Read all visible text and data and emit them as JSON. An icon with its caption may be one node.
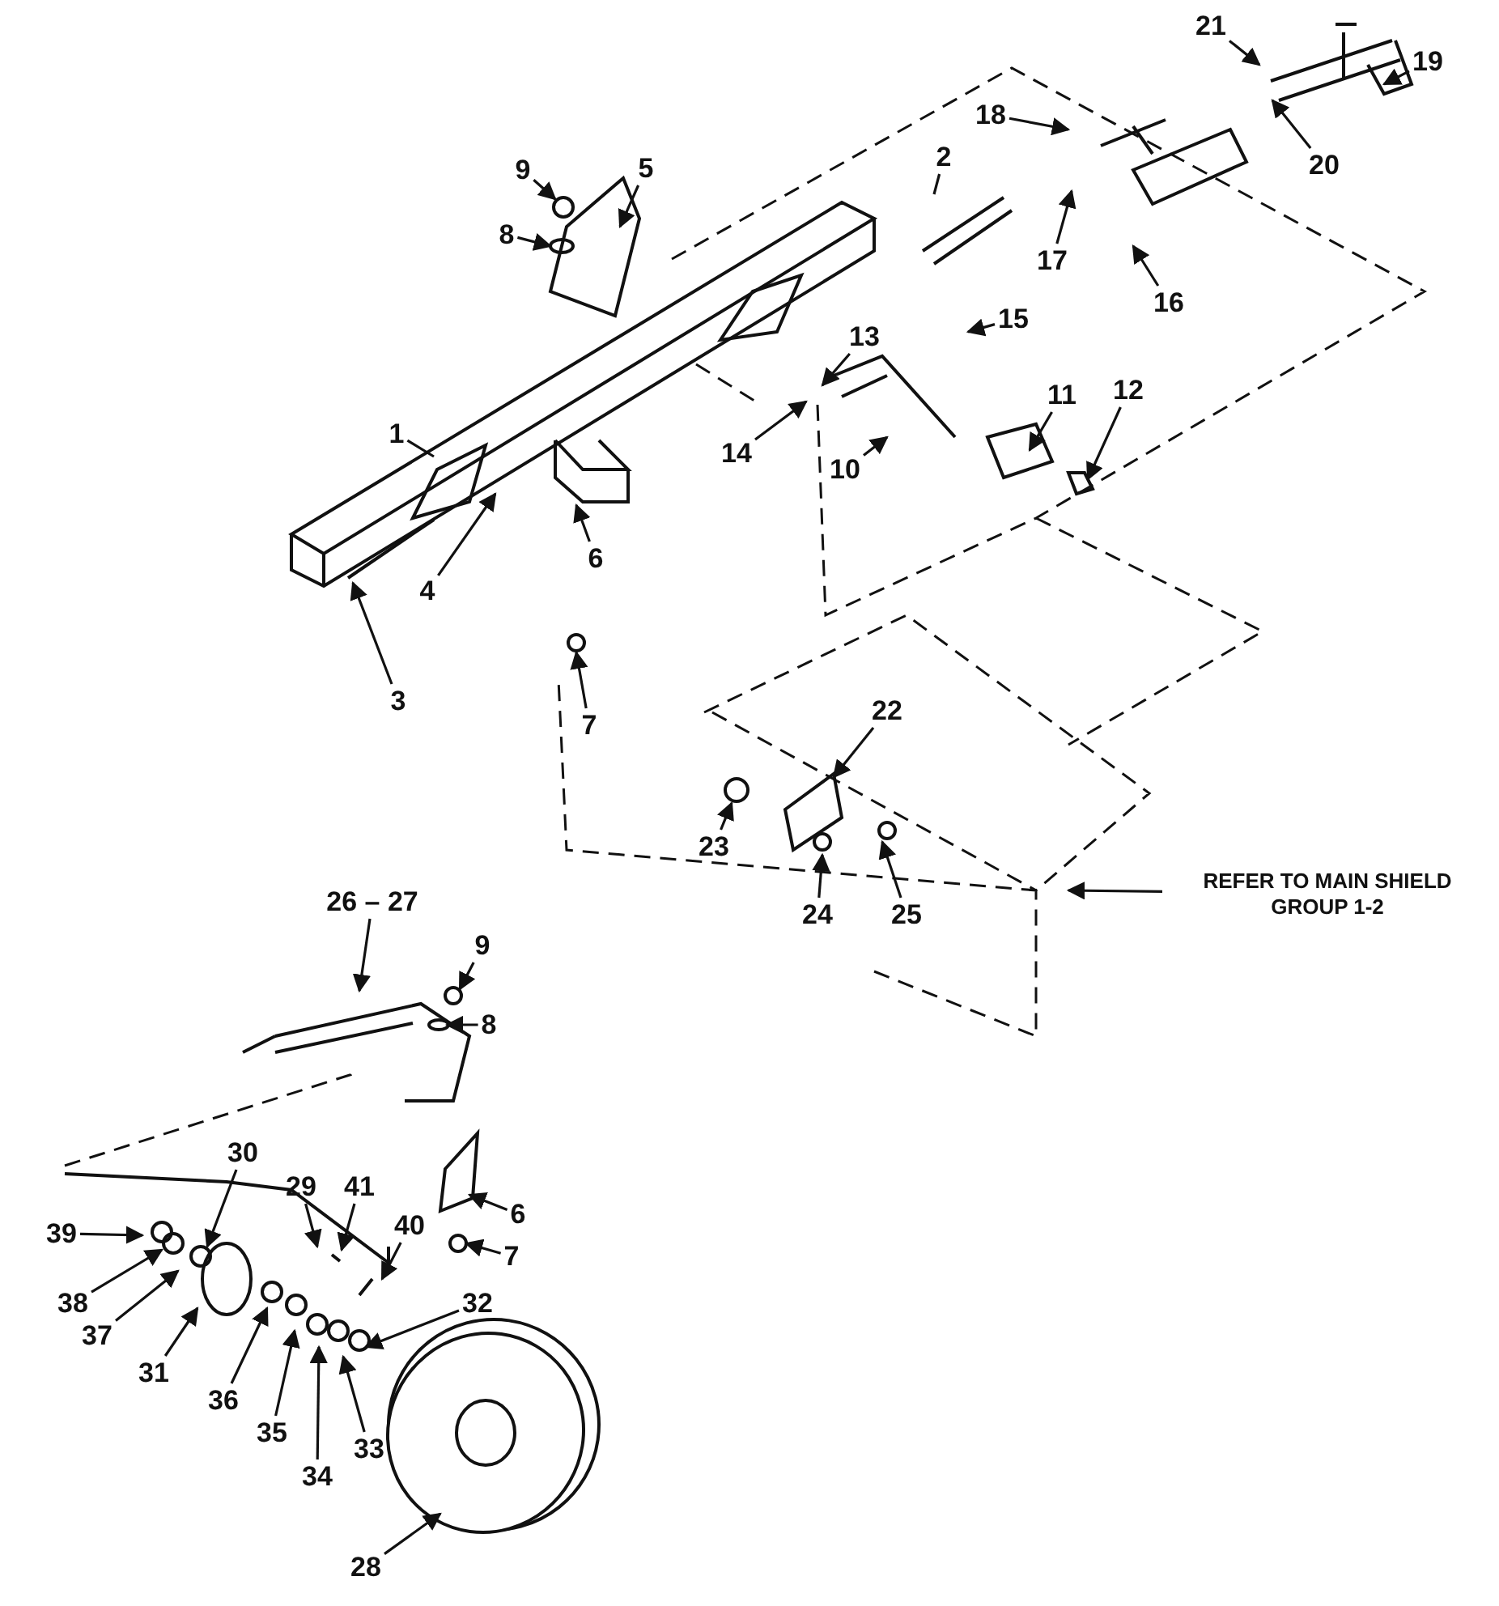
{
  "diagram": {
    "nodes": [
      {
        "text": [
          "21"
        ]
      },
      {
        "text": [
          "19"
        ]
      },
      {
        "text": [
          "18"
        ]
      },
      {
        "text": [
          "20"
        ]
      },
      {
        "text": [
          "2"
        ]
      },
      {
        "text": [
          "9"
        ]
      },
      {
        "text": [
          "5"
        ]
      },
      {
        "text": [
          "8"
        ]
      },
      {
        "text": [
          "17"
        ]
      },
      {
        "text": [
          "16"
        ]
      },
      {
        "text": [
          "13"
        ]
      },
      {
        "text": [
          "15"
        ]
      },
      {
        "text": [
          "11"
        ]
      },
      {
        "text": [
          "12"
        ]
      },
      {
        "text": [
          "1"
        ]
      },
      {
        "text": [
          "14"
        ]
      },
      {
        "text": [
          "10"
        ]
      },
      {
        "text": [
          "4"
        ]
      },
      {
        "text": [
          "6"
        ]
      },
      {
        "text": [
          "7"
        ]
      },
      {
        "text": [
          "3"
        ]
      },
      {
        "text": [
          "22"
        ]
      },
      {
        "text": [
          "23"
        ]
      },
      {
        "text": [
          "24"
        ]
      },
      {
        "text": [
          "25"
        ]
      },
      {
        "text": [
          "REFER TO MAIN SHIELD GROUP 1-2"
        ]
      },
      {
        "text": [
          "26 – 27"
        ]
      },
      {
        "text": [
          "9"
        ]
      },
      {
        "text": [
          "8"
        ]
      },
      {
        "text": [
          "29"
        ]
      },
      {
        "text": [
          "41"
        ]
      },
      {
        "text": [
          "30"
        ]
      },
      {
        "text": [
          "39"
        ]
      },
      {
        "text": [
          "6"
        ]
      },
      {
        "text": [
          "40"
        ]
      },
      {
        "text": [
          "7"
        ]
      },
      {
        "text": [
          "38"
        ]
      },
      {
        "text": [
          "32"
        ]
      },
      {
        "text": [
          "37"
        ]
      },
      {
        "text": [
          "31"
        ]
      },
      {
        "text": [
          "36"
        ]
      },
      {
        "text": [
          "35"
        ]
      },
      {
        "text": [
          "34"
        ]
      },
      {
        "text": [
          "33"
        ]
      },
      {
        "text": [
          "28"
        ]
      }
    ],
    "edges": [
      {
        "from": 0,
        "to": null,
        "arrow": "to"
      },
      {
        "from": 1,
        "to": null,
        "arrow": "to"
      },
      {
        "from": 2,
        "to": null,
        "arrow": "to"
      },
      {
        "from": 3,
        "to": null,
        "arrow": "to"
      },
      {
        "from": 4,
        "to": null,
        "arrow": "none"
      },
      {
        "from": 5,
        "to": null,
        "arrow": "to"
      },
      {
        "from": 6,
        "to": null,
        "arrow": "to"
      },
      {
        "from": 7,
        "to": null,
        "arrow": "to"
      },
      {
        "from": 8,
        "to": null,
        "arrow": "to"
      },
      {
        "from": 9,
        "to": null,
        "arrow": "to"
      },
      {
        "from": 10,
        "to": null,
        "arrow": "to"
      },
      {
        "from": 11,
        "to": null,
        "arrow": "to"
      },
      {
        "from": 12,
        "to": null,
        "arrow": "to"
      },
      {
        "from": 13,
        "to": null,
        "arrow": "to"
      },
      {
        "from": 14,
        "to": null,
        "arrow": "none"
      },
      {
        "from": 15,
        "to": null,
        "arrow": "to"
      },
      {
        "from": 16,
        "to": null,
        "arrow": "to"
      },
      {
        "from": 17,
        "to": null,
        "arrow": "to"
      },
      {
        "from": 18,
        "to": null,
        "arrow": "to"
      },
      {
        "from": 19,
        "to": null,
        "arrow": "to"
      },
      {
        "from": 20,
        "to": null,
        "arrow": "to"
      },
      {
        "from": 21,
        "to": null,
        "arrow": "to"
      },
      {
        "from": 22,
        "to": null,
        "arrow": "to"
      },
      {
        "from": 23,
        "to": null,
        "arrow": "to"
      },
      {
        "from": 24,
        "to": null,
        "arrow": "to"
      },
      {
        "from": 25,
        "to": null,
        "arrow": "to"
      },
      {
        "from": 26,
        "to": null,
        "arrow": "to"
      },
      {
        "from": 27,
        "to": null,
        "arrow": "to"
      },
      {
        "from": 28,
        "to": null,
        "arrow": "to"
      },
      {
        "from": 29,
        "to": null,
        "arrow": "to"
      },
      {
        "from": 30,
        "to": null,
        "arrow": "to"
      },
      {
        "from": 31,
        "to": null,
        "arrow": "to"
      },
      {
        "from": 32,
        "to": null,
        "arrow": "to"
      },
      {
        "from": 33,
        "to": null,
        "arrow": "to"
      },
      {
        "from": 34,
        "to": null,
        "arrow": "to"
      },
      {
        "from": 35,
        "to": null,
        "arrow": "to"
      },
      {
        "from": 36,
        "to": null,
        "arrow": "to"
      },
      {
        "from": 37,
        "to": null,
        "arrow": "to"
      },
      {
        "from": 38,
        "to": null,
        "arrow": "to"
      },
      {
        "from": 39,
        "to": null,
        "arrow": "to"
      },
      {
        "from": 40,
        "to": null,
        "arrow": "to"
      },
      {
        "from": 41,
        "to": null,
        "arrow": "to"
      },
      {
        "from": 42,
        "to": null,
        "arrow": "to"
      },
      {
        "from": 43,
        "to": null,
        "arrow": "to"
      },
      {
        "from": 44,
        "to": null,
        "arrow": "to"
      }
    ]
  }
}
